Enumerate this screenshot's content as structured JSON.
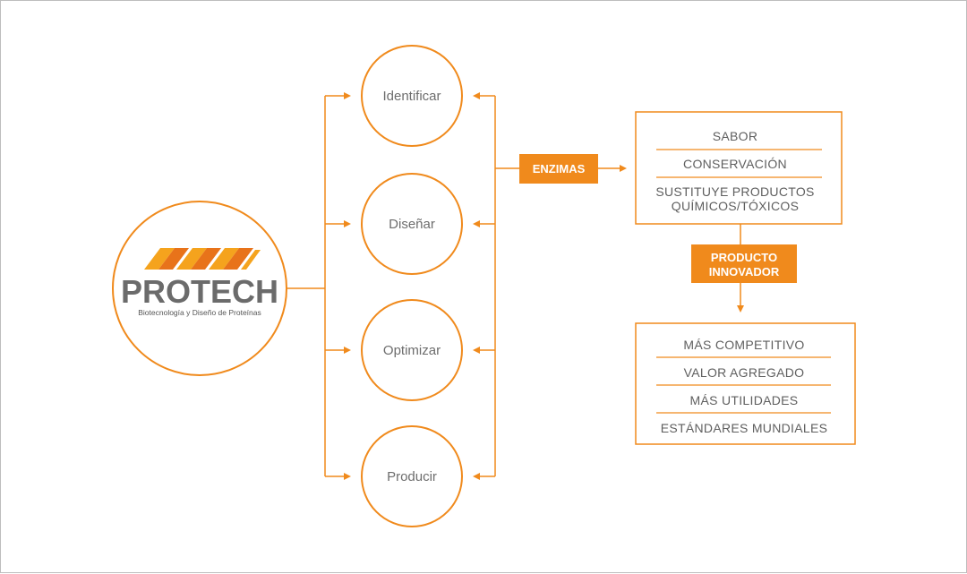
{
  "colors": {
    "accent": "#f08a1c",
    "text": "#6d6d6d",
    "white": "#ffffff"
  },
  "logo": {
    "name": "PROTECH",
    "tagline": "Biotecnología y Diseño de Proteínas",
    "icon": "protech-zigzag-logo-icon"
  },
  "process_steps": [
    "Identificar",
    "Diseñar",
    "Optimizar",
    "Producir"
  ],
  "enzimas_label": "ENZIMAS",
  "benefits": {
    "items": [
      "SABOR",
      "CONSERVACIÓN"
    ],
    "last_item": {
      "line1": "SUSTITUYE PRODUCTOS",
      "line2": "QUÍMICOS/TÓXICOS"
    }
  },
  "producto_label": {
    "line1": "PRODUCTO",
    "line2": "INNOVADOR"
  },
  "outcomes": [
    "MÁS COMPETITIVO",
    "VALOR AGREGADO",
    "MÁS UTILIDADES",
    "ESTÁNDARES MUNDIALES"
  ]
}
